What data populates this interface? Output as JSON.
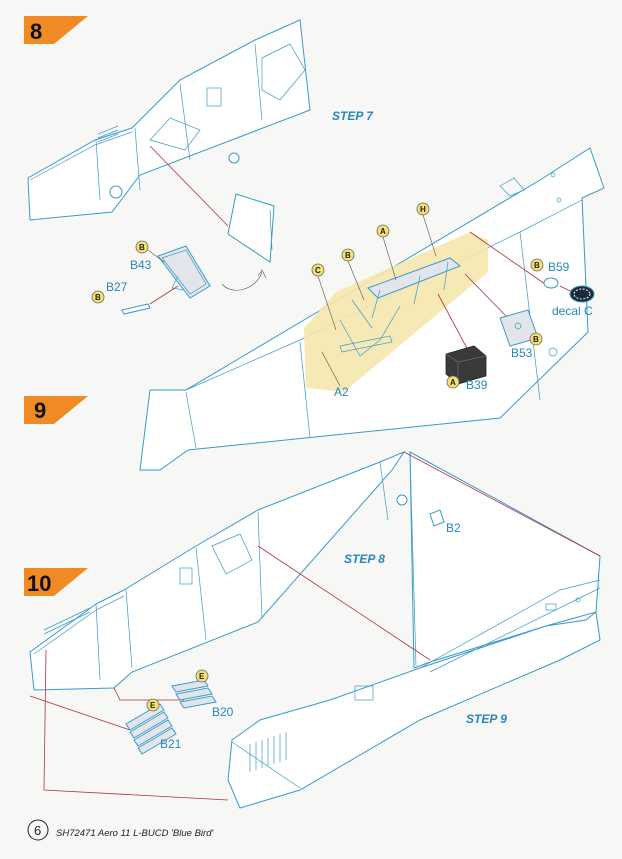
{
  "steps": [
    {
      "number": "8",
      "accent": "#f08a24"
    },
    {
      "number": "9",
      "accent": "#f08a24"
    },
    {
      "number": "10",
      "accent": "#f08a24"
    }
  ],
  "step_refs": {
    "step7": "STEP 7",
    "step8": "STEP 8",
    "step9": "STEP 9"
  },
  "parts": {
    "b43": "B43",
    "b27": "B27",
    "b59": "B59",
    "decal_c": "decal C",
    "b53": "B53",
    "b39": "B39",
    "a2": "A2",
    "b2": "B2",
    "b20": "B20",
    "b21": "B21"
  },
  "badges": {
    "b43": "B",
    "b27": "B",
    "c": "C",
    "b_strut": "B",
    "a": "A",
    "h": "H",
    "b59": "B",
    "b53": "B",
    "a39": "A",
    "e20": "E",
    "e21": "E"
  },
  "colors": {
    "line": "#3a9ac9",
    "label": "#2a86c0",
    "arrow": "#b03048",
    "highlight": "#f6e7ae",
    "badge": "#f2e070",
    "step_flag": "#f08a24"
  },
  "footer": {
    "page_number": "6",
    "title": "SH72471 Aero 11 L-BUCD 'Blue Bird'"
  }
}
